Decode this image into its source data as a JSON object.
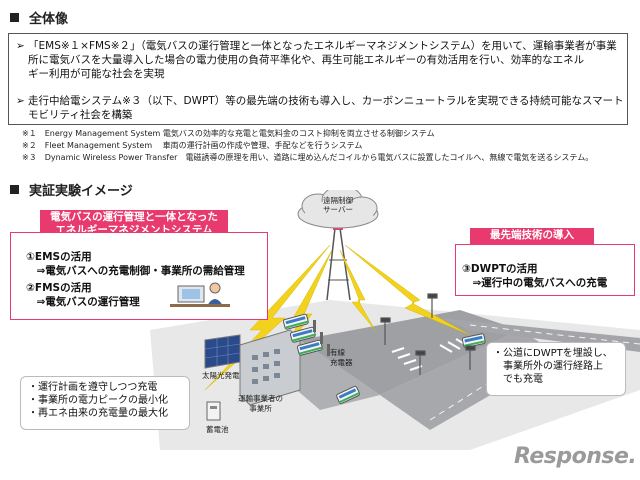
{
  "overview": {
    "heading": "全体像",
    "bullet1_lines": [
      "「EMS※１×FMS※２」（電気バスの運行管理と一体となったエネルギーマネジメントシステム）を用いて、運輸事業者が事業",
      "所に電気バスを大量導入した場合の電力使用の負荷平準化や、再生可能エネルギーの有効活用を行い、効率的なエネル",
      "ギー利用が可能な社会を実現"
    ],
    "bullet2_lines": [
      "走行中給電システム※３（以下、DWPT）等の最先端の技術も導入し、カーボンニュートラルを実現できる持続可能なスマート",
      "モビリティ社会を構築"
    ],
    "notes": [
      "※１　Energy Management System  電気バスの効率的な充電と電気料金のコスト抑制を両立させる制御システム",
      "※２　Fleet Management System　  車両の運行計画の作成や管理、手配などを行うシステム",
      "※３　Dynamic Wireless Power Transfer　電磁誘導の原理を用い、道路に埋め込んだコイルから電気バスに設置したコイルへ、無線で電気を送るシステム。"
    ]
  },
  "demo": {
    "heading": "実証実験イメージ",
    "ems_title_lines": [
      "電気バスの運行管理と一体となった",
      "エネルギーマネジメントシステム"
    ],
    "ems_lines": [
      "①EMSの活用",
      "　⇒電気バスへの充電制御・事業所の需給管理",
      "②FMSの活用",
      "　⇒電気バスの運行管理"
    ],
    "dwpt_title": "最先端技術の導入",
    "dwpt_lines": [
      "③DWPTの活用",
      "　⇒運行中の電気バスへの充電"
    ],
    "cloud_lines": [
      "遠隔制御",
      "サーバー"
    ],
    "labels": {
      "solar": "太陽光発電",
      "charger_lines": [
        "有線",
        "充電器"
      ],
      "office_lines": [
        "運輸事業者の",
        "事業所"
      ],
      "battery": "蓄電池"
    },
    "left_note_lines": [
      "・運行計画を遵守しつつ充電",
      "・事業所の電力ピークの最小化",
      "・再エネ由来の充電量の最大化"
    ],
    "right_note_lines": [
      "・公道にDWPTを埋設し、",
      "　事業所外の運行経路上",
      "　でも充電"
    ]
  },
  "logo_text": "Response.",
  "colors": {
    "accent": "#e83a6e",
    "lightning": "#f2d21e"
  }
}
